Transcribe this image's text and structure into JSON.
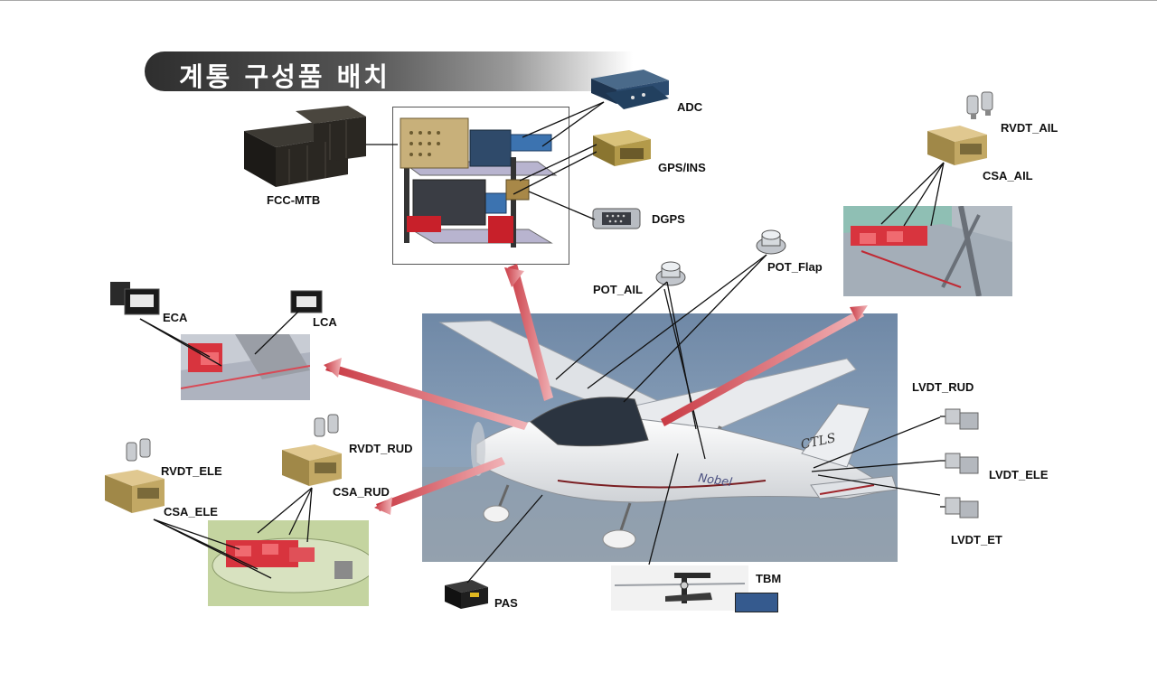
{
  "title": "계통 구성품 배치",
  "labels": {
    "adc": "ADC",
    "gps_ins": "GPS/INS",
    "dgps": "DGPS",
    "fcc_mtb": "FCC-MTB",
    "rvdt_ail": "RVDT_AIL",
    "csa_ail": "CSA_AIL",
    "pot_flap": "POT_Flap",
    "pot_ail": "POT_AIL",
    "eca": "ECA",
    "lca": "LCA",
    "lvdt_rud": "LVDT_RUD",
    "lvdt_ele": "LVDT_ELE",
    "lvdt_et": "LVDT_ET",
    "rvdt_ele": "RVDT_ELE",
    "rvdt_rud": "RVDT_RUD",
    "csa_ele": "CSA_ELE",
    "csa_rud": "CSA_RUD",
    "pas": "PAS",
    "tbm": "TBM",
    "aircraft_marking": "CTLS",
    "aircraft_name": "Nobel"
  },
  "colors": {
    "arrow": "#d9545c",
    "leader_line": "#111111",
    "banner_dark": "#2e2e2e",
    "sky": "#7f98b4",
    "highlight_red": "#e0404a"
  },
  "icons": {
    "aircraft": "light-aircraft-photo",
    "avionics": "avionics-rack-3d",
    "actuator": "servo-actuator-3d",
    "sensor": "rotary-sensor-3d"
  }
}
